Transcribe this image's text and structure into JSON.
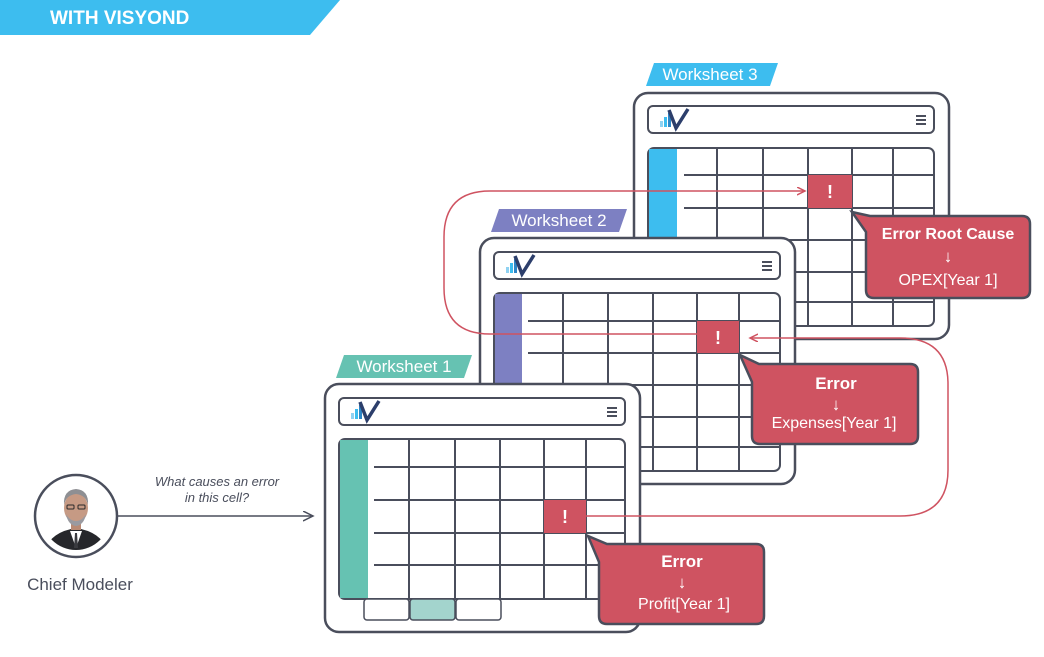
{
  "banner": {
    "text": "WITH VISYOND",
    "color": "#3dbdef"
  },
  "colors": {
    "outline": "#4a4e5c",
    "error": "#cf5361",
    "teal": "#66c2b2",
    "teal_light": "#a3d4cd",
    "purple": "#7d80c2",
    "blue": "#3dbdef"
  },
  "worksheets": [
    {
      "label": "Worksheet 1",
      "tab_color": "#66c2b2"
    },
    {
      "label": "Worksheet 2",
      "tab_color": "#7d80c2"
    },
    {
      "label": "Worksheet 3",
      "tab_color": "#3dbdef"
    }
  ],
  "error_marker": "!",
  "callouts": [
    {
      "title": "Error",
      "arrow": "↓",
      "value": "Profit[Year 1]"
    },
    {
      "title": "Error",
      "arrow": "↓",
      "value": "Expenses[Year 1]"
    },
    {
      "title": "Error Root Cause",
      "arrow": "↓",
      "value": "OPEX[Year 1]"
    }
  ],
  "question": {
    "line1": "What causes an error",
    "line2": "in this cell?"
  },
  "person": {
    "label": "Chief Modeler"
  },
  "toolbar": {
    "menu_icon": "hamburger-menu-icon",
    "logo_icon": "visyond-logo-icon"
  }
}
